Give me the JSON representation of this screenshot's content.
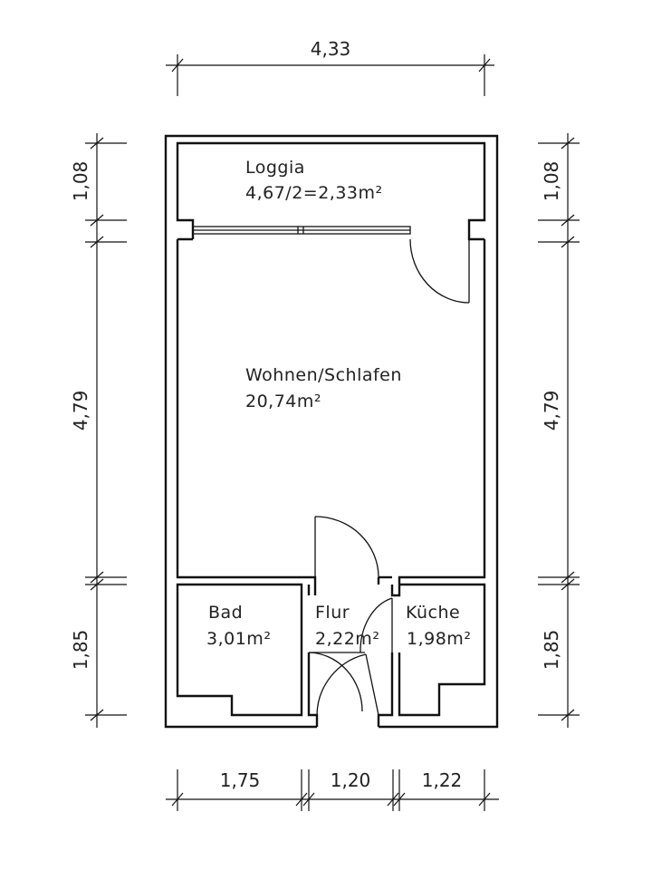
{
  "dimensions": {
    "top_total": "4,33",
    "left": [
      "1,08",
      "4,79",
      "1,85"
    ],
    "right": [
      "1,08",
      "4,79",
      "1,85"
    ],
    "bottom": [
      "1,75",
      "1,20",
      "1,22"
    ]
  },
  "rooms": {
    "loggia": {
      "name": "Loggia",
      "area": "4,67/2=2,33m²"
    },
    "wohnen": {
      "name": "Wohnen/Schlafen",
      "area": "20,74m²"
    },
    "bad": {
      "name": "Bad",
      "area": "3,01m²"
    },
    "flur": {
      "name": "Flur",
      "area": "2,22m²"
    },
    "kueche": {
      "name": "Küche",
      "area": "1,98m²"
    }
  }
}
